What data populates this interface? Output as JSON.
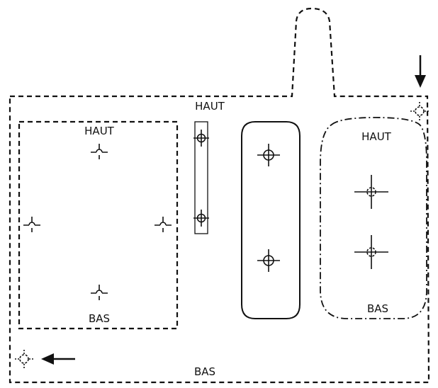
{
  "labels": {
    "outer_top": "HAUT",
    "outer_bottom": "BAS",
    "left_panel_top": "HAUT",
    "left_panel_bottom": "BAS",
    "right_panel_top": "HAUT",
    "right_panel_bottom": "BAS"
  },
  "colors": {
    "line": "#111111",
    "background": "#ffffff"
  },
  "icons": {
    "arrow": "arrow-icon",
    "dashed_target": "dashed-crosshair-icon",
    "target": "crosshair-icon",
    "half_target": "half-crosshair-icon"
  }
}
